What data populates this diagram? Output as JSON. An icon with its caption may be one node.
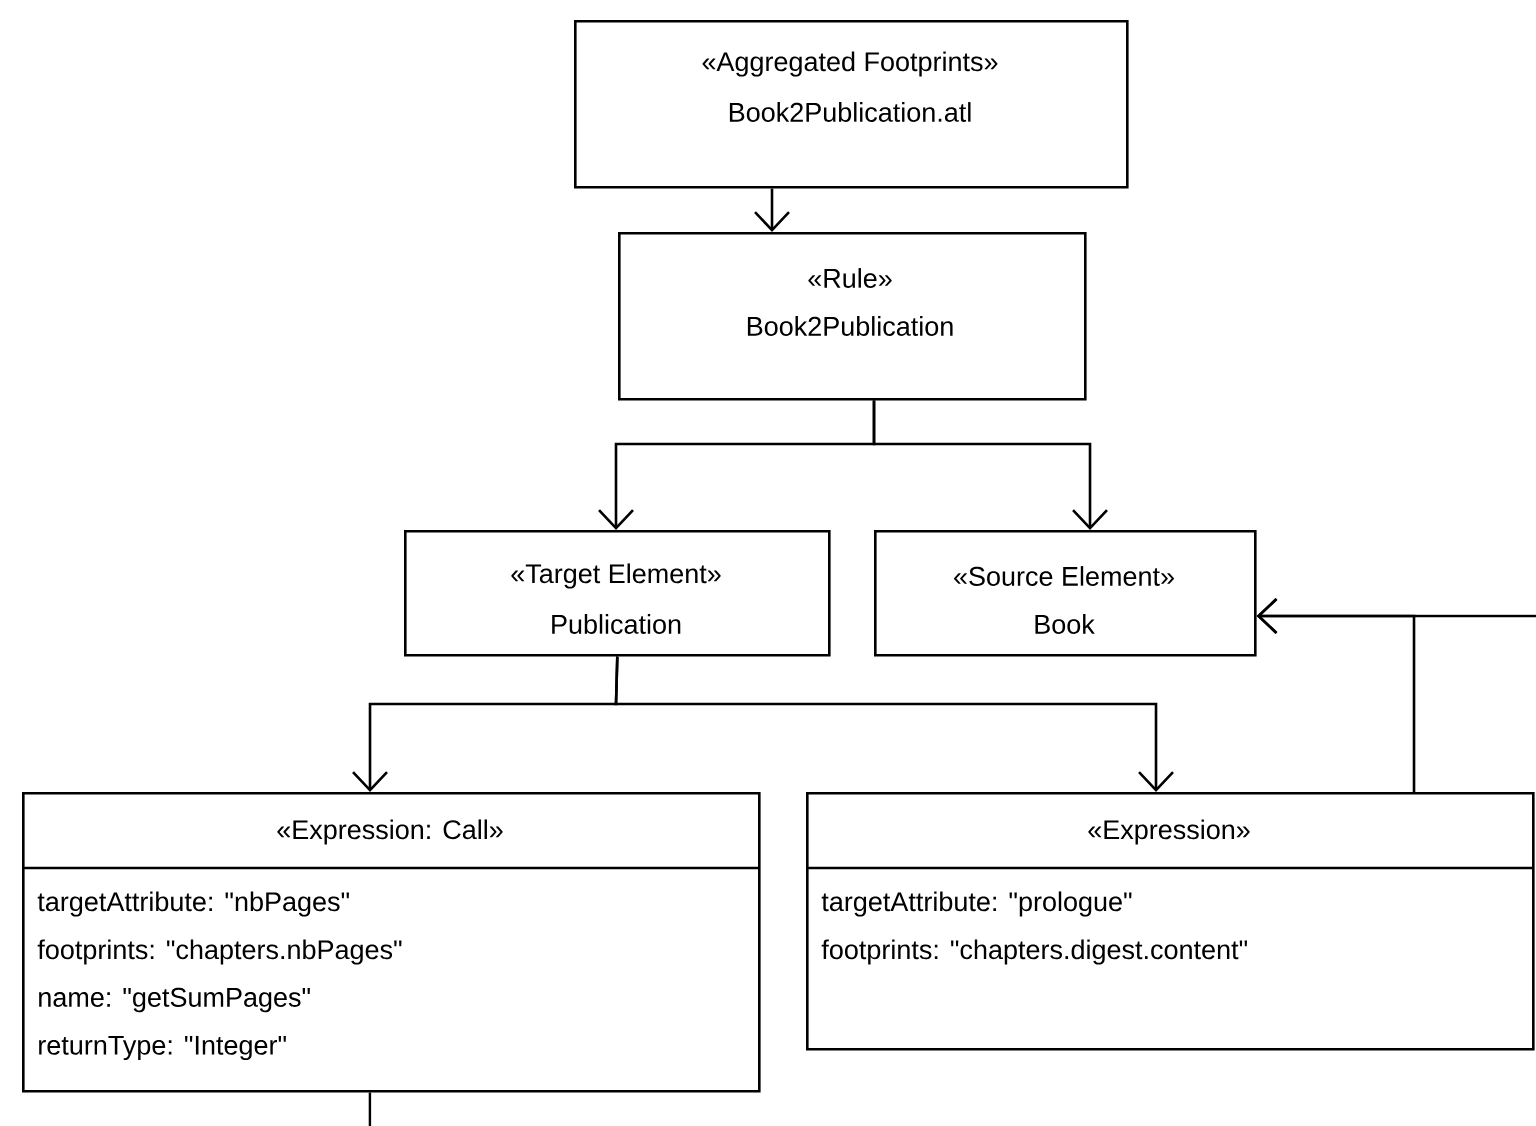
{
  "diagram": {
    "nodes": [
      {
        "text": [
          "«Aggregated Footprints»",
          "Book2Publication.atl"
        ]
      },
      {
        "text": [
          "«Rule»",
          "Book2Publication"
        ]
      },
      {
        "text": [
          "«Target Element»",
          "Publication"
        ]
      },
      {
        "text": [
          "«Source Element»",
          "Book"
        ]
      },
      {
        "text": [
          "«Expression: Call»",
          "targetAttribute: \"nbPages\"",
          "footprints: \"chapters.nbPages\"",
          "name: \"getSumPages\"",
          "returnType: \"Integer\""
        ]
      },
      {
        "text": [
          "«Expression»",
          "targetAttribute: \"prologue\"",
          "footprints: \"chapters.digest.content\""
        ]
      }
    ],
    "edges": [
      {
        "from": 0,
        "to": 1,
        "arrow": "to"
      },
      {
        "from": 1,
        "to": 2,
        "arrow": "to"
      },
      {
        "from": 1,
        "to": 3,
        "arrow": "to"
      },
      {
        "from": 2,
        "to": 4,
        "arrow": "to"
      },
      {
        "from": 2,
        "to": 5,
        "arrow": "to"
      },
      {
        "from": 5,
        "to": 3,
        "arrow": "to"
      },
      {
        "from": null,
        "to": 3,
        "arrow": "to"
      },
      {
        "from": 4,
        "to": null,
        "arrow": "none"
      }
    ]
  }
}
